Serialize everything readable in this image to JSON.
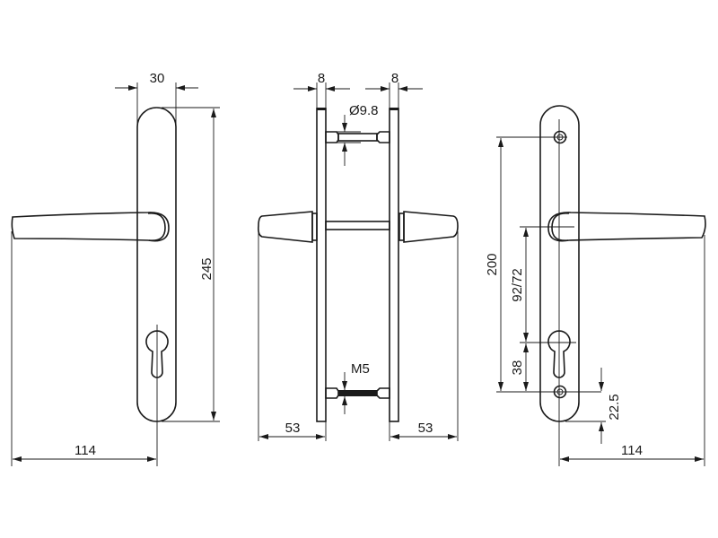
{
  "front_view": {
    "plate_width": "30",
    "plate_height": "245",
    "lever_projection": "114"
  },
  "side_view": {
    "plate_thickness_left": "8",
    "plate_thickness_right": "8",
    "screw_bush_diameter": "Ø9.8",
    "screw_thread": "M5",
    "lever_offset_left": "53",
    "lever_offset_right": "53"
  },
  "rear_view": {
    "screw_centers": "200",
    "lever_to_cylinder": "92/72",
    "cylinder_to_screw": "38",
    "screw_to_bottom": "22.5",
    "lever_projection": "114"
  }
}
